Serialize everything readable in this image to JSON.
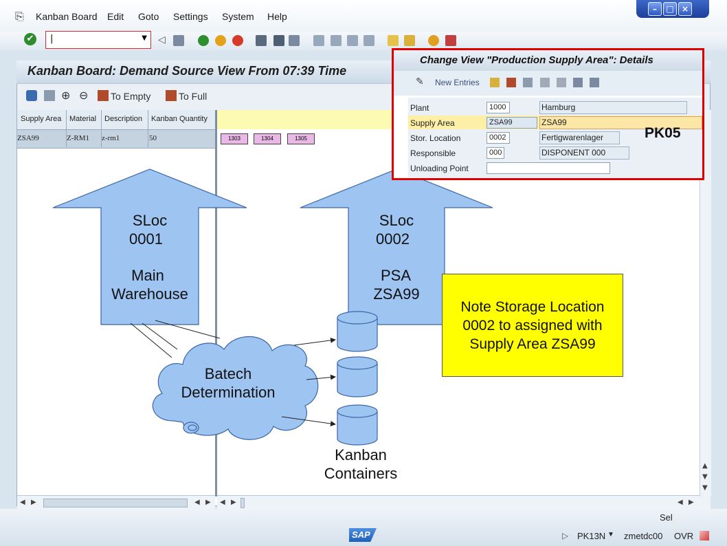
{
  "menu": {
    "items": [
      "Kanban Board",
      "Edit",
      "Goto",
      "Settings",
      "System",
      "Help"
    ]
  },
  "toolbar": {
    "command_field_value": "|"
  },
  "board": {
    "title": "Kanban Board: Demand Source View From 07:39 Time",
    "to_empty_label": "To Empty",
    "to_full_label": "To Full",
    "grid": {
      "columns": [
        "Supply Area",
        "Material",
        "Description",
        "Kanban Quantity"
      ],
      "rows": [
        [
          "ZSA99",
          "Z-RM1",
          "z-rm1",
          "50"
        ]
      ]
    },
    "kanbans": [
      "1303",
      "1304",
      "1305"
    ]
  },
  "popup": {
    "title": "Change View \"Production Supply Area\": Details",
    "new_entries_label": "New Entries",
    "fields": [
      {
        "label": "Plant",
        "value": "1000",
        "desc": "Hamburg"
      },
      {
        "label": "Supply Area",
        "value": "ZSA99",
        "desc": "ZSA99"
      },
      {
        "label": "Stor. Location",
        "value": "0002",
        "desc": "Fertigwarenlager"
      },
      {
        "label": "Responsible",
        "value": "000",
        "desc": "DISPONENT 000"
      },
      {
        "label": "Unloading Point",
        "value": "",
        "desc": ""
      }
    ]
  },
  "annotations": {
    "tcode_label": "PK05",
    "arrow_left": [
      "SLoc",
      "0001",
      "",
      "Main",
      "Warehouse"
    ],
    "arrow_right": [
      "SLoc",
      "0002",
      "",
      "PSA",
      "ZSA99"
    ],
    "cloud": [
      "Batech",
      "Determination"
    ],
    "containers": [
      "Kanban",
      "Containers"
    ],
    "note": [
      "Note Storage Location",
      "0002 to assigned with",
      "Supply Area ZSA99"
    ]
  },
  "status": {
    "sel": "Sel",
    "tcode": "PK13N",
    "server": "zmetdc00",
    "mode": "OVR",
    "sap_logo": "SAP"
  },
  "colors": {
    "popup_border": "#e10000",
    "arrow_fill": "#9ec4f2",
    "note_fill": "#ffff00",
    "kanban_fill": "#e9b8e6",
    "yellow_band": "#fdfbb3"
  }
}
